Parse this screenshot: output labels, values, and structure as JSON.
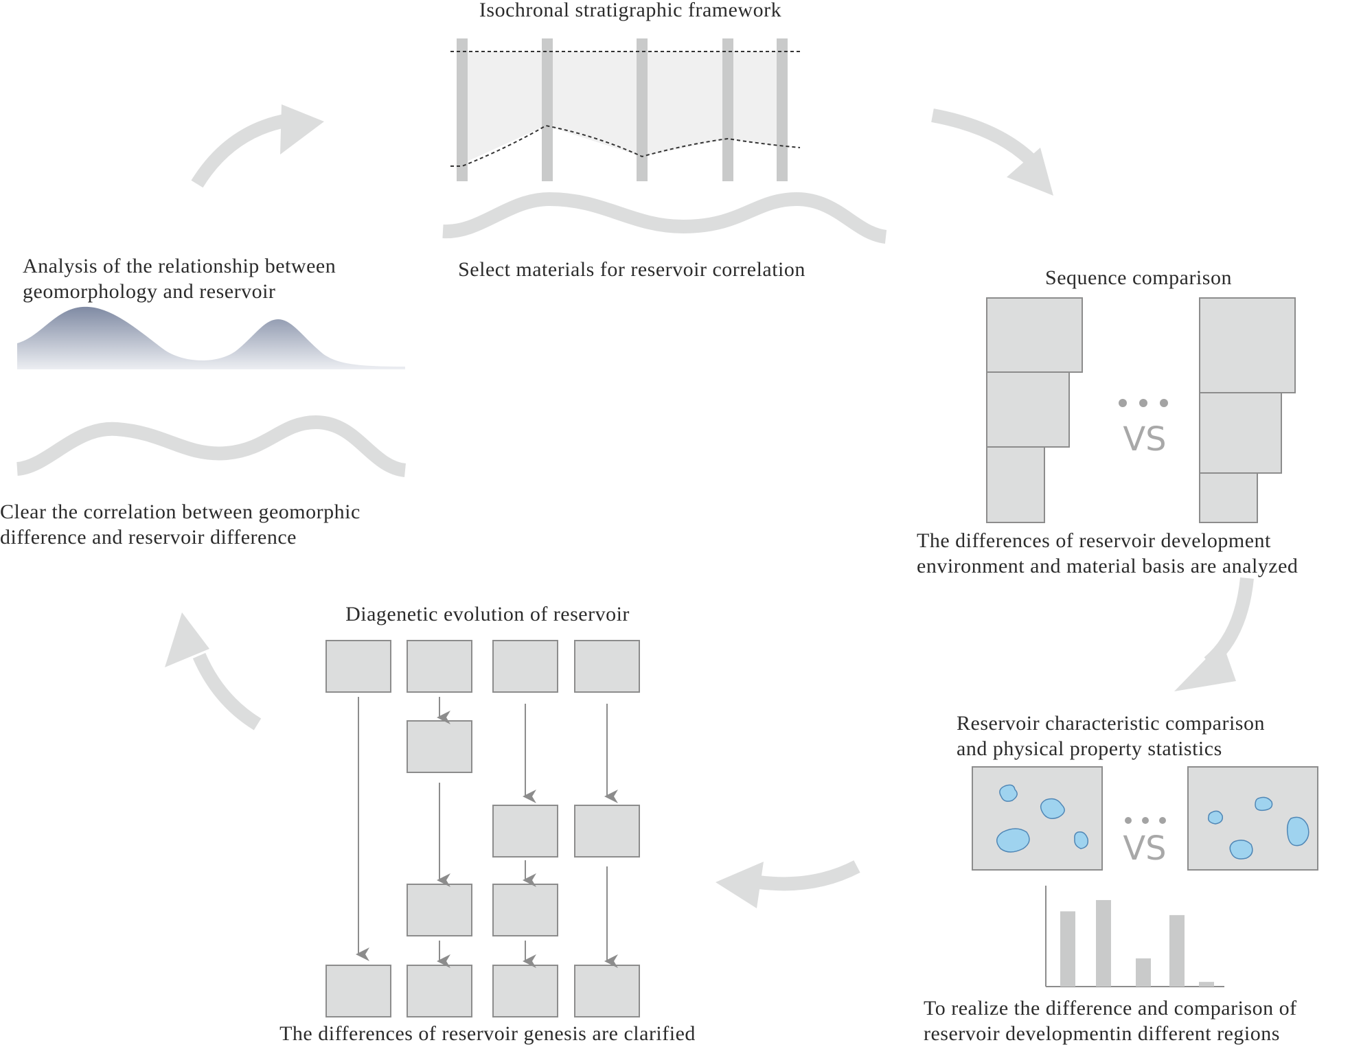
{
  "title_isochronal": "Isochronal stratigraphic framework",
  "label_select_materials": "Select materials for reservoir correlation",
  "label_sequence_comparison": "Sequence comparison",
  "label_differences_environment": [
    "The differences of reservoir development",
    "environment and material basis are analyzed"
  ],
  "label_reservoir_characteristic": [
    "Reservoir characteristic comparison",
    "and physical property statistics"
  ],
  "label_realize_difference": [
    "To realize the difference and comparison of",
    "reservoir developmentin different regions"
  ],
  "label_diagenetic_evolution": "Diagenetic evolution of reservoir",
  "label_genesis_clarified": "The differences of reservoir genesis are clarified",
  "label_analysis_geomorphology": [
    "Analysis of the relationship between",
    "geomorphology and reservoir"
  ],
  "label_clear_correlation": [
    "Clear the correlation between geomorphic",
    "difference and reservoir difference"
  ],
  "vs_text": "VS",
  "colors": {
    "arrow": "#dcdddd",
    "box_fill": "#dcdddd",
    "box_stroke": "#8c8c8c",
    "well": "#c9caca",
    "pore": "#9fd3ef",
    "pore_stroke": "#4f86b5",
    "mountain_top": "#7f8aa3",
    "dots": "#a3a3a3"
  },
  "chart_data": {
    "type": "bar",
    "values": [
      80,
      92,
      30,
      76,
      5
    ],
    "ylim": [
      0,
      100
    ]
  }
}
